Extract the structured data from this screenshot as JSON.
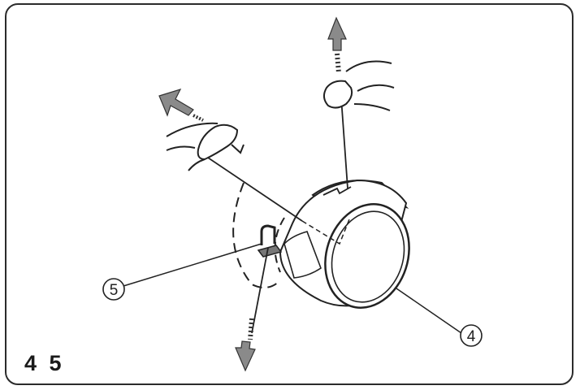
{
  "figure": {
    "number": "4 5",
    "callouts": [
      {
        "id": "callout-5",
        "label": "5"
      },
      {
        "id": "callout-4",
        "label": "4"
      }
    ]
  },
  "colors": {
    "line": "#222222",
    "arrow_fill": "#8a8a8a",
    "frame": "#2b2b2b"
  },
  "icons": [
    "bobbin-case",
    "thread-guide-hook",
    "finger-hand",
    "pull-arrow",
    "rotation-arc"
  ]
}
